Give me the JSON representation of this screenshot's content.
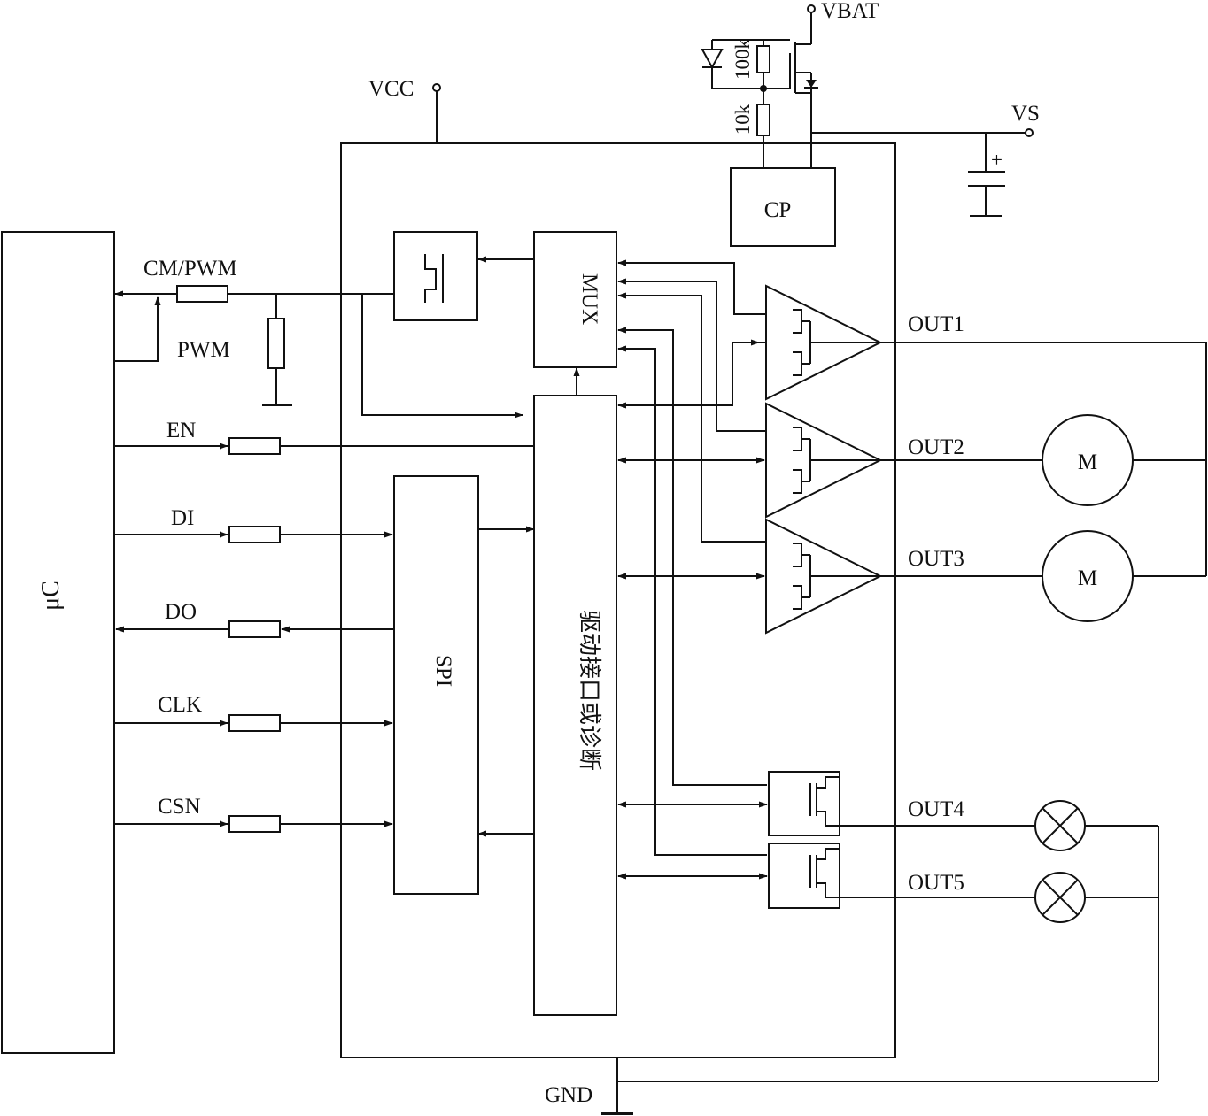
{
  "rails": {
    "vbat": "VBAT",
    "vcc": "VCC",
    "vs": "VS",
    "gnd": "GND"
  },
  "resistors": {
    "r_top": "100k",
    "r_bottom": "10k"
  },
  "cap_polarity": "+",
  "blocks": {
    "cp": "CP",
    "mux": "MUX",
    "spi": "SPI",
    "driver": "驱动接口或诊断",
    "uc": "μC"
  },
  "signals": {
    "cm_pwm": "CM/PWM",
    "pwm": "PWM",
    "en": "EN",
    "di": "DI",
    "do": "DO",
    "clk": "CLK",
    "csn": "CSN"
  },
  "outputs": {
    "out1": "OUT1",
    "out2": "OUT2",
    "out3": "OUT3",
    "out4": "OUT4",
    "out5": "OUT5"
  },
  "motor_label": "M",
  "icons": [
    "diode-icon",
    "pmos-transistor-icon",
    "resistor-icon",
    "capacitor-icon",
    "ground-icon",
    "motor-icon",
    "lamp-icon",
    "half-bridge-icon",
    "switch-icon",
    "arrow-icon"
  ]
}
